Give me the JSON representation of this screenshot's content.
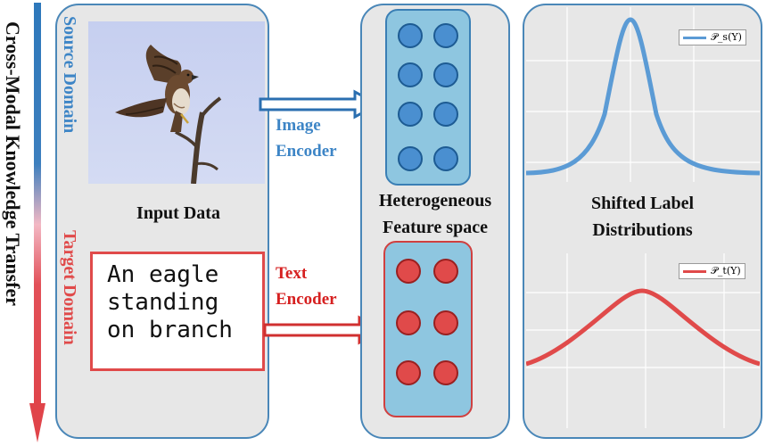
{
  "left_axis": {
    "label": "Cross-Modal Knowledge Transfer",
    "gradient_top": "#2d78bb",
    "gradient_bottom": "#e0444a"
  },
  "input_panel": {
    "source_label": "Source Domain",
    "target_label": "Target Domain",
    "caption": "Input Data",
    "text_sample_lines": [
      "An eagle",
      "standing",
      "on branch"
    ]
  },
  "encoders": {
    "image_label_lines": [
      "Image",
      "Encoder"
    ],
    "text_label_lines": [
      "Text",
      "Encoder"
    ]
  },
  "feature_panel": {
    "caption_lines": [
      "Heterogeneous",
      "Feature space"
    ]
  },
  "distribution_panel": {
    "caption_lines": [
      "Shifted Label",
      "Distributions"
    ],
    "source_legend": "𝒫_s(Y)",
    "target_legend": "𝒫_t(Y)"
  },
  "colors": {
    "source": "#3d85c6",
    "target": "#e04a4a",
    "source_curve": "#5b9bd5",
    "target_curve": "#e04a4a",
    "panel_fill": "#e7e7e7",
    "panel_border": "#4a87b8",
    "encoder_fill": "#8ec6e0"
  },
  "icons": {
    "input_image": "eagle-photo",
    "image_arrow": "hollow-arrow-right",
    "text_arrow": "hollow-arrow-right"
  }
}
